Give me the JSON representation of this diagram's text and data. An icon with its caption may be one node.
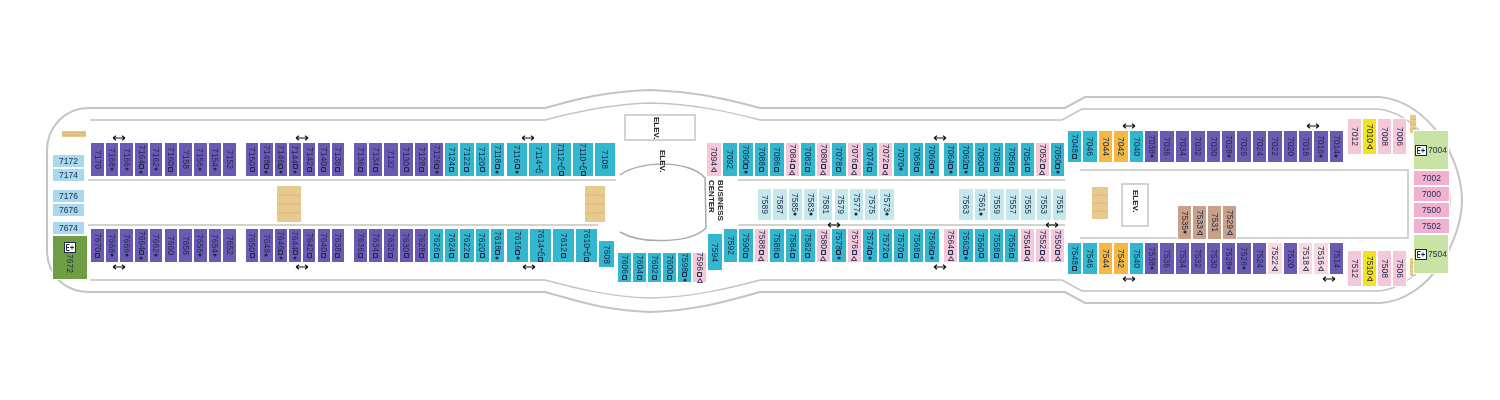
{
  "diagram": {
    "nodes": [
      {
        "text": [
          "7172"
        ]
      },
      {
        "text": [
          "7174"
        ]
      },
      {
        "text": [
          "7176"
        ]
      },
      {
        "text": [
          "7676"
        ]
      },
      {
        "text": [
          "7674"
        ]
      },
      {
        "text": [
          "7672"
        ]
      },
      {
        "text": [
          "7170"
        ]
      },
      {
        "text": [
          "7168"
        ]
      },
      {
        "text": [
          "7166"
        ]
      },
      {
        "text": [
          "7164"
        ]
      },
      {
        "text": [
          "7162"
        ]
      },
      {
        "text": [
          "7160"
        ]
      },
      {
        "text": [
          "7158"
        ]
      },
      {
        "text": [
          "7156"
        ]
      },
      {
        "text": [
          "7154"
        ]
      },
      {
        "text": [
          "7152"
        ]
      },
      {
        "text": [
          "7150"
        ]
      },
      {
        "text": [
          "7148"
        ]
      },
      {
        "text": [
          "7146"
        ]
      },
      {
        "text": [
          "7144"
        ]
      },
      {
        "text": [
          "7142"
        ]
      },
      {
        "text": [
          "7140"
        ]
      },
      {
        "text": [
          "7138"
        ]
      },
      {
        "text": [
          "7136"
        ]
      },
      {
        "text": [
          "7134"
        ]
      },
      {
        "text": [
          "7132"
        ]
      },
      {
        "text": [
          "7130"
        ]
      },
      {
        "text": [
          "7128"
        ]
      },
      {
        "text": [
          "7126"
        ]
      },
      {
        "text": [
          "7124"
        ]
      },
      {
        "text": [
          "7122"
        ]
      },
      {
        "text": [
          "7120"
        ]
      },
      {
        "text": [
          "7118"
        ]
      },
      {
        "text": [
          "7116"
        ]
      },
      {
        "text": [
          "7114"
        ]
      },
      {
        "text": [
          "7112"
        ]
      },
      {
        "text": [
          "7110"
        ]
      },
      {
        "text": [
          "7108"
        ]
      },
      {
        "text": [
          "7094"
        ]
      },
      {
        "text": [
          "7092"
        ]
      },
      {
        "text": [
          "7090"
        ]
      },
      {
        "text": [
          "7088"
        ]
      },
      {
        "text": [
          "7086"
        ]
      },
      {
        "text": [
          "7084"
        ]
      },
      {
        "text": [
          "7082"
        ]
      },
      {
        "text": [
          "7080"
        ]
      },
      {
        "text": [
          "7078"
        ]
      },
      {
        "text": [
          "7076"
        ]
      },
      {
        "text": [
          "7074"
        ]
      },
      {
        "text": [
          "7072"
        ]
      },
      {
        "text": [
          "7070"
        ]
      },
      {
        "text": [
          "7068"
        ]
      },
      {
        "text": [
          "7066"
        ]
      },
      {
        "text": [
          "7064"
        ]
      },
      {
        "text": [
          "7062"
        ]
      },
      {
        "text": [
          "7060"
        ]
      },
      {
        "text": [
          "7058"
        ]
      },
      {
        "text": [
          "7056"
        ]
      },
      {
        "text": [
          "7054"
        ]
      },
      {
        "text": [
          "7052"
        ]
      },
      {
        "text": [
          "7050"
        ]
      },
      {
        "text": [
          "7048"
        ]
      },
      {
        "text": [
          "7046"
        ]
      },
      {
        "text": [
          "7044"
        ]
      },
      {
        "text": [
          "7042"
        ]
      },
      {
        "text": [
          "7040"
        ]
      },
      {
        "text": [
          "7038"
        ]
      },
      {
        "text": [
          "7036"
        ]
      },
      {
        "text": [
          "7034"
        ]
      },
      {
        "text": [
          "7032"
        ]
      },
      {
        "text": [
          "7030"
        ]
      },
      {
        "text": [
          "7028"
        ]
      },
      {
        "text": [
          "7026"
        ]
      },
      {
        "text": [
          "7024"
        ]
      },
      {
        "text": [
          "7022"
        ]
      },
      {
        "text": [
          "7020"
        ]
      },
      {
        "text": [
          "7018"
        ]
      },
      {
        "text": [
          "7016"
        ]
      },
      {
        "text": [
          "7014"
        ]
      },
      {
        "text": [
          "7012"
        ]
      },
      {
        "text": [
          "7010"
        ]
      },
      {
        "text": [
          "7008"
        ]
      },
      {
        "text": [
          "7006"
        ]
      },
      {
        "text": [
          "7589"
        ]
      },
      {
        "text": [
          "7587"
        ]
      },
      {
        "text": [
          "7585"
        ]
      },
      {
        "text": [
          "7583"
        ]
      },
      {
        "text": [
          "7581"
        ]
      },
      {
        "text": [
          "7579"
        ]
      },
      {
        "text": [
          "7577"
        ]
      },
      {
        "text": [
          "7575"
        ]
      },
      {
        "text": [
          "7573"
        ]
      },
      {
        "text": [
          "7563"
        ]
      },
      {
        "text": [
          "7561"
        ]
      },
      {
        "text": [
          "7559"
        ]
      },
      {
        "text": [
          "7557"
        ]
      },
      {
        "text": [
          "7555"
        ]
      },
      {
        "text": [
          "7553"
        ]
      },
      {
        "text": [
          "7551"
        ]
      },
      {
        "text": [
          "7535"
        ]
      },
      {
        "text": [
          "7533"
        ]
      },
      {
        "text": [
          "7531"
        ]
      },
      {
        "text": [
          "7529"
        ]
      },
      {
        "text": [
          "7670"
        ]
      },
      {
        "text": [
          "7668"
        ]
      },
      {
        "text": [
          "7666"
        ]
      },
      {
        "text": [
          "7664"
        ]
      },
      {
        "text": [
          "7662"
        ]
      },
      {
        "text": [
          "7660"
        ]
      },
      {
        "text": [
          "7658"
        ]
      },
      {
        "text": [
          "7656"
        ]
      },
      {
        "text": [
          "7654"
        ]
      },
      {
        "text": [
          "7652"
        ]
      },
      {
        "text": [
          "7650"
        ]
      },
      {
        "text": [
          "7648"
        ]
      },
      {
        "text": [
          "7646"
        ]
      },
      {
        "text": [
          "7644"
        ]
      },
      {
        "text": [
          "7642"
        ]
      },
      {
        "text": [
          "7640"
        ]
      },
      {
        "text": [
          "7638"
        ]
      },
      {
        "text": [
          "7636"
        ]
      },
      {
        "text": [
          "7634"
        ]
      },
      {
        "text": [
          "7632"
        ]
      },
      {
        "text": [
          "7630"
        ]
      },
      {
        "text": [
          "7628"
        ]
      },
      {
        "text": [
          "7626"
        ]
      },
      {
        "text": [
          "7624"
        ]
      },
      {
        "text": [
          "7622"
        ]
      },
      {
        "text": [
          "7620"
        ]
      },
      {
        "text": [
          "7618"
        ]
      },
      {
        "text": [
          "7616"
        ]
      },
      {
        "text": [
          "7614"
        ]
      },
      {
        "text": [
          "7612"
        ]
      },
      {
        "text": [
          "7610"
        ]
      },
      {
        "text": [
          "7608"
        ]
      },
      {
        "text": [
          "7606"
        ]
      },
      {
        "text": [
          "7604"
        ]
      },
      {
        "text": [
          "7602"
        ]
      },
      {
        "text": [
          "7600"
        ]
      },
      {
        "text": [
          "7598"
        ]
      },
      {
        "text": [
          "7596"
        ]
      },
      {
        "text": [
          "7594"
        ]
      },
      {
        "text": [
          "7592"
        ]
      },
      {
        "text": [
          "7590"
        ]
      },
      {
        "text": [
          "7588"
        ]
      },
      {
        "text": [
          "7586"
        ]
      },
      {
        "text": [
          "7584"
        ]
      },
      {
        "text": [
          "7582"
        ]
      },
      {
        "text": [
          "7580"
        ]
      },
      {
        "text": [
          "7578"
        ]
      },
      {
        "text": [
          "7576"
        ]
      },
      {
        "text": [
          "7574"
        ]
      },
      {
        "text": [
          "7572"
        ]
      },
      {
        "text": [
          "7570"
        ]
      },
      {
        "text": [
          "7568"
        ]
      },
      {
        "text": [
          "7566"
        ]
      },
      {
        "text": [
          "7564"
        ]
      },
      {
        "text": [
          "7562"
        ]
      },
      {
        "text": [
          "7560"
        ]
      },
      {
        "text": [
          "7558"
        ]
      },
      {
        "text": [
          "7556"
        ]
      },
      {
        "text": [
          "7554"
        ]
      },
      {
        "text": [
          "7552"
        ]
      },
      {
        "text": [
          "7550"
        ]
      },
      {
        "text": [
          "7548"
        ]
      },
      {
        "text": [
          "7546"
        ]
      },
      {
        "text": [
          "7544"
        ]
      },
      {
        "text": [
          "7542"
        ]
      },
      {
        "text": [
          "7540"
        ]
      },
      {
        "text": [
          "7538"
        ]
      },
      {
        "text": [
          "7536"
        ]
      },
      {
        "text": [
          "7534"
        ]
      },
      {
        "text": [
          "7532"
        ]
      },
      {
        "text": [
          "7530"
        ]
      },
      {
        "text": [
          "7528"
        ]
      },
      {
        "text": [
          "7526"
        ]
      },
      {
        "text": [
          "7524"
        ]
      },
      {
        "text": [
          "7522"
        ]
      },
      {
        "text": [
          "7520"
        ]
      },
      {
        "text": [
          "7518"
        ]
      },
      {
        "text": [
          "7516"
        ]
      },
      {
        "text": [
          "7514"
        ]
      },
      {
        "text": [
          "7512"
        ]
      },
      {
        "text": [
          "7510"
        ]
      },
      {
        "text": [
          "7508"
        ]
      },
      {
        "text": [
          "7506"
        ]
      },
      {
        "text": [
          "7004"
        ]
      },
      {
        "text": [
          "7002"
        ]
      },
      {
        "text": [
          "7000"
        ]
      },
      {
        "text": [
          "7500"
        ]
      },
      {
        "text": [
          "7502"
        ]
      },
      {
        "text": [
          "7504"
        ]
      }
    ],
    "labels": [
      "ELEV.",
      "ELEV.",
      "BUSINESS CENTER",
      "ELEV."
    ]
  }
}
